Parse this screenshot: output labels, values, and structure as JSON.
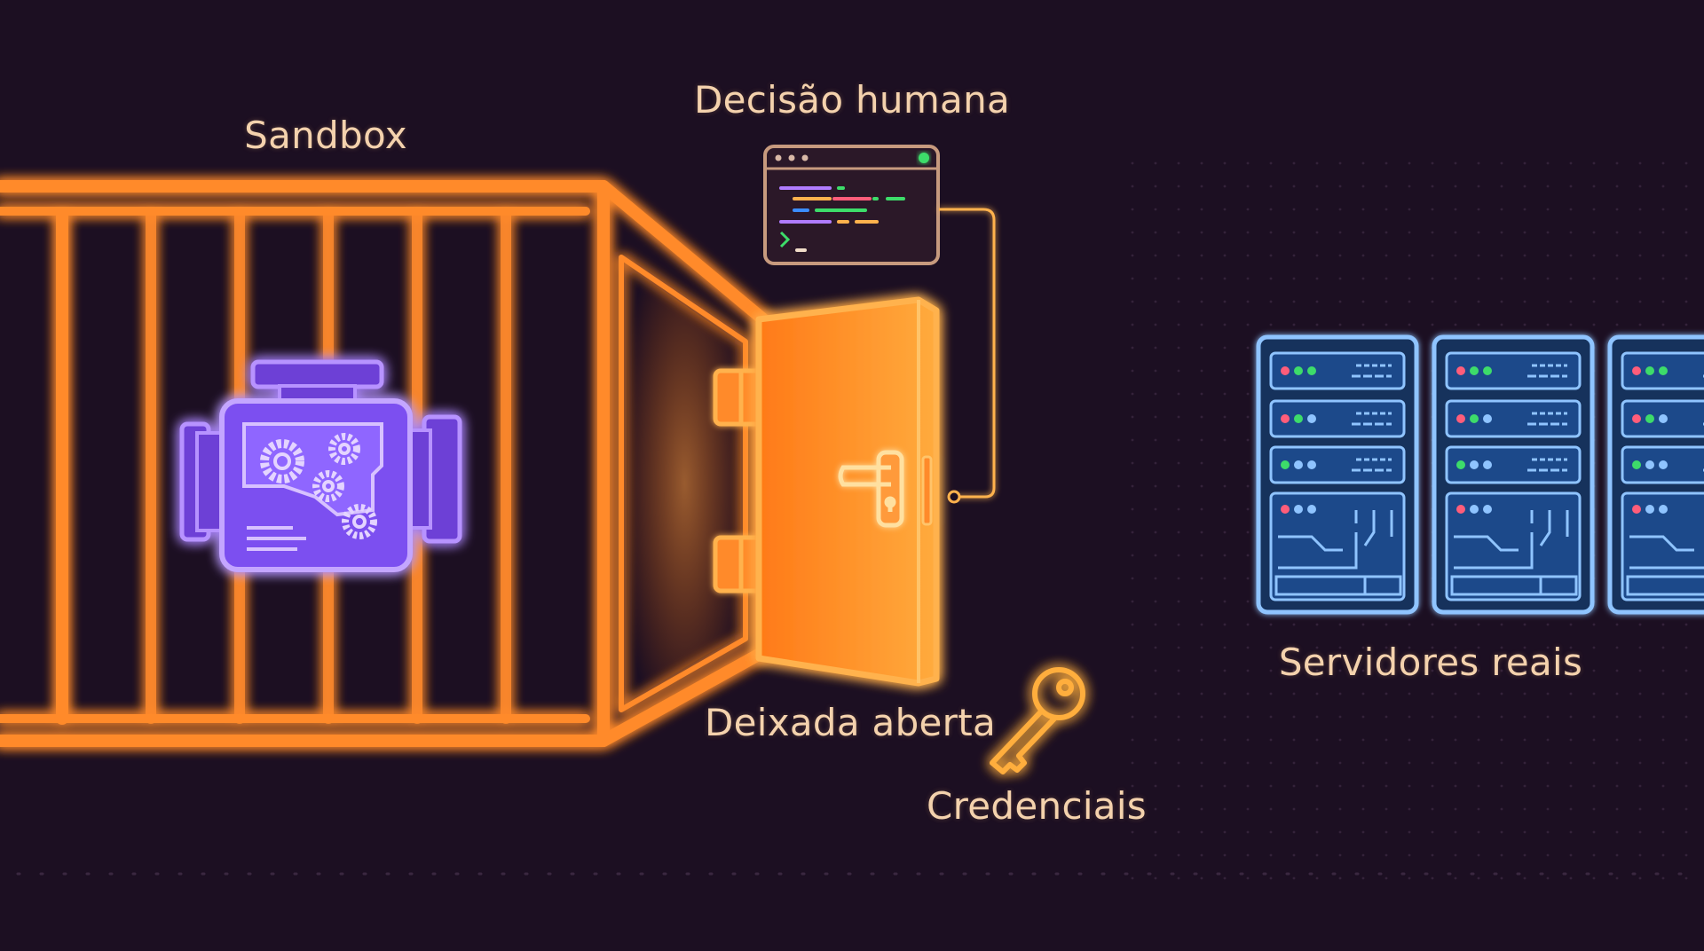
{
  "labels": {
    "sandbox": "Sandbox",
    "human_decision": "Decisão humana",
    "left_open": "Deixada aberta",
    "credentials": "Credenciais",
    "real_servers": "Servidores reais"
  },
  "colors": {
    "background": "#1c0f22",
    "sandbox_orange": "#ff8a2a",
    "agent_purple": "#8b5cf6",
    "server_blue": "#3b8dff",
    "connection_purple": "#a66bff",
    "label_text": "#f4d2ad"
  },
  "icons": {
    "agent": "engine-gears-icon",
    "terminal": "terminal-window-icon",
    "door": "open-door-icon",
    "key": "key-icon",
    "servers": "server-rack-icon"
  }
}
